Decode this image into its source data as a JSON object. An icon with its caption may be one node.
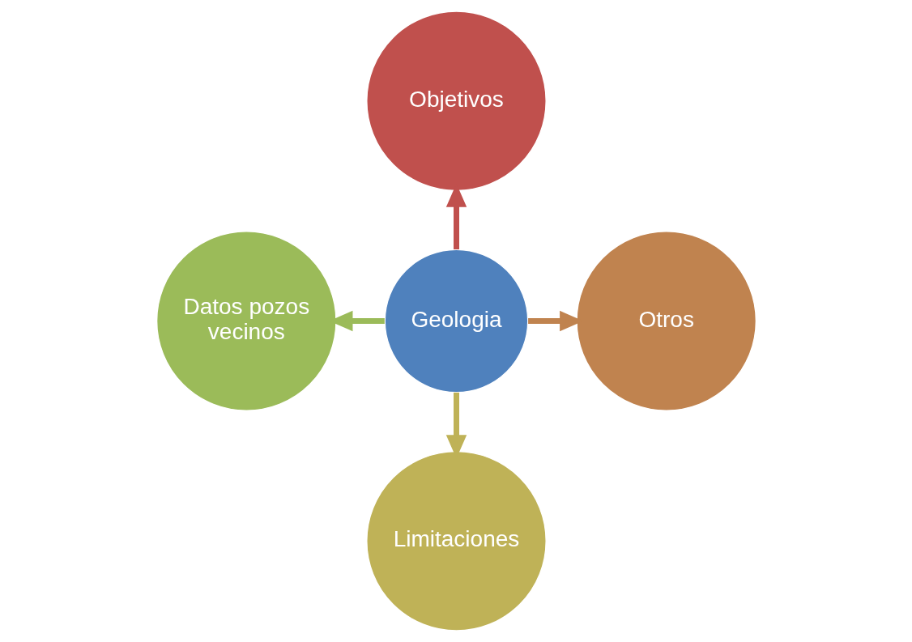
{
  "diagram": {
    "nodes": [
      {
        "text": [
          "Objetivos"
        ]
      },
      {
        "text": [
          "Datos pozos vecinos"
        ]
      },
      {
        "text": [
          "Geologia"
        ]
      },
      {
        "text": [
          "Otros"
        ]
      },
      {
        "text": [
          "Limitaciones"
        ]
      }
    ],
    "edges": [
      {
        "from": 2,
        "to": 0,
        "arrow": "to",
        "color": "#c0504d"
      },
      {
        "from": 2,
        "to": 3,
        "arrow": "to",
        "color": "#c0834f"
      },
      {
        "from": 2,
        "to": 4,
        "arrow": "to",
        "color": "#bfb257"
      },
      {
        "from": 2,
        "to": 1,
        "arrow": "to",
        "color": "#9bbb59"
      }
    ]
  }
}
